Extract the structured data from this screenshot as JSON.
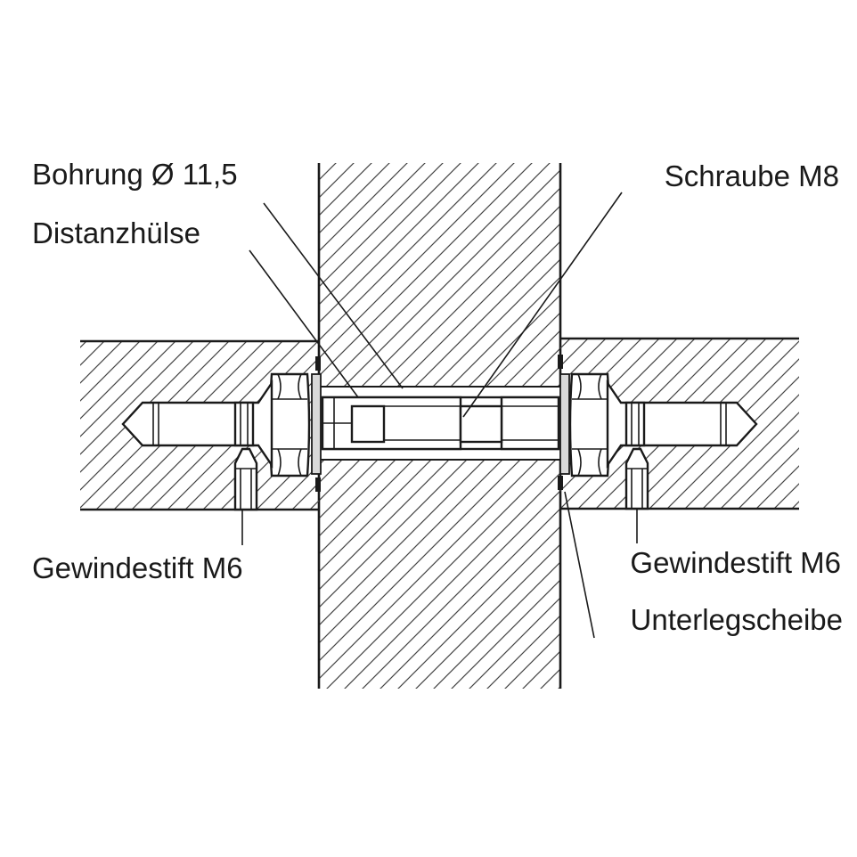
{
  "labels": {
    "bohrung": "Bohrung Ø 11,5",
    "distanzhuelse": "Distanzhülse",
    "schraube": "Schraube M8",
    "gewindestift_left": "Gewindestift M6",
    "gewindestift_right": "Gewindestift M6",
    "unterlegscheibe": "Unterlegscheibe"
  },
  "colors": {
    "ink": "#1a1a1a",
    "washer": "#d9d9d9",
    "background": "#ffffff"
  }
}
